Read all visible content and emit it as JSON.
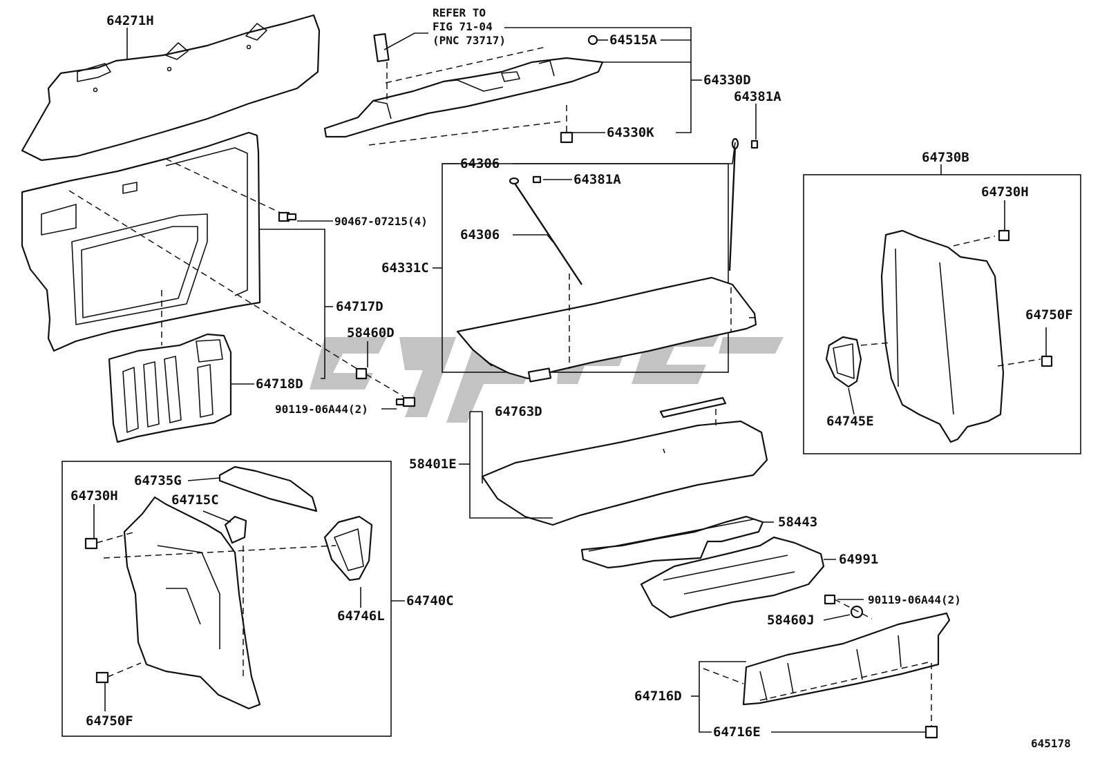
{
  "labels": {
    "p64271H": "64271H",
    "p64515A": "64515A",
    "p64330D": "64330D",
    "p64330K": "64330K",
    "p64381A_top": "64381A",
    "p64306_top": "64306",
    "p64381A_mid": "64381A",
    "p64306_mid": "64306",
    "p64331C": "64331C",
    "p90467": "90467-07215(4)",
    "p64717D": "64717D",
    "p58460D": "58460D",
    "p64718D": "64718D",
    "p90119_left": "90119-06A44(2)",
    "p64763D": "64763D",
    "p58401E": "58401E",
    "p64730B": "64730B",
    "p64730H_right": "64730H",
    "p64750F_right": "64750F",
    "p64745E": "64745E",
    "p64735G": "64735G",
    "p64730H_left": "64730H",
    "p64715C": "64715C",
    "p64746L": "64746L",
    "p64740C": "64740C",
    "p64750F_left": "64750F",
    "p58443": "58443",
    "p64991": "64991",
    "p90119_right": "90119-06A44(2)",
    "p58460J": "58460J",
    "p64716D": "64716D",
    "p64716E": "64716E"
  },
  "refer_note": {
    "line1": "REFER TO",
    "line2": "FIG 71-04",
    "line3": "(PNC 73717)"
  },
  "figure_number": "645178"
}
